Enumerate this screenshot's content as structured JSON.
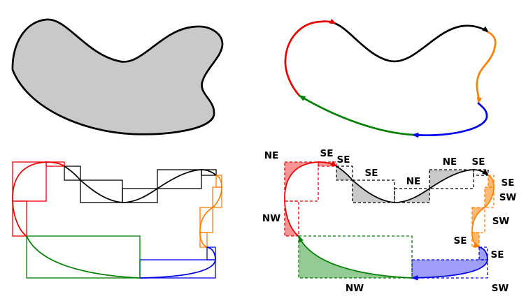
{
  "palette": {
    "red": "#ee0000",
    "green": "#008000",
    "blue": "#0000ee",
    "orange": "#ff8000",
    "black": "#000000",
    "shape_gray": "#c9c9c9",
    "label_color": "#000000"
  },
  "labels": [
    {
      "name": "red-ne",
      "text": "NE"
    },
    {
      "name": "red-se",
      "text": "SE"
    },
    {
      "name": "black-se-1",
      "text": "SE"
    },
    {
      "name": "black-se-2",
      "text": "SE"
    },
    {
      "name": "black-ne-1",
      "text": "NE"
    },
    {
      "name": "black-ne-2",
      "text": "NE"
    },
    {
      "name": "black-se-3",
      "text": "SE"
    },
    {
      "name": "orange-se-1",
      "text": "SE"
    },
    {
      "name": "orange-sw-1",
      "text": "SW"
    },
    {
      "name": "orange-sw-2",
      "text": "SW"
    },
    {
      "name": "orange-se-2",
      "text": "SE"
    },
    {
      "name": "blue-se",
      "text": "SE"
    },
    {
      "name": "blue-sw",
      "text": "SW"
    },
    {
      "name": "red-nw",
      "text": "NW"
    },
    {
      "name": "green-nw",
      "text": "NW"
    }
  ]
}
